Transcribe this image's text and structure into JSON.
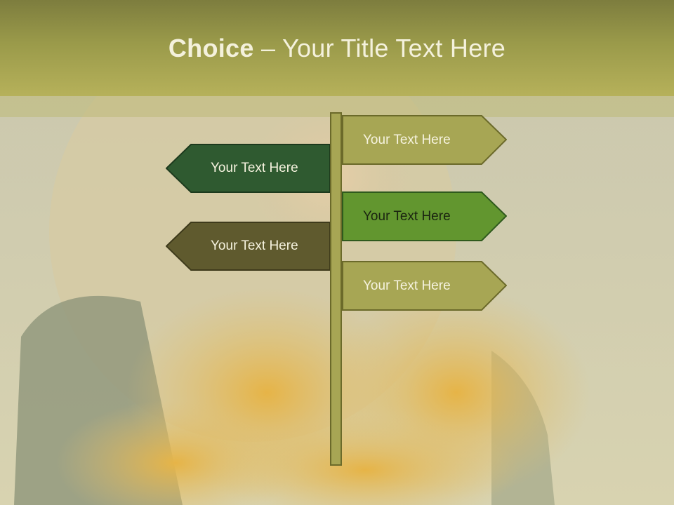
{
  "slide": {
    "title_strong": "Choice",
    "title_rest": " – Your Title Text Here"
  },
  "signs": {
    "left_1": {
      "label": "Your Text Here",
      "fill": "#2f5a30"
    },
    "left_2": {
      "label": "Your Text Here",
      "fill": "#5f5a2e"
    },
    "right_1": {
      "label": "Your Text Here",
      "fill": "#a7a654"
    },
    "right_2": {
      "label": "Your Text Here",
      "fill": "#62962f"
    },
    "right_3": {
      "label": "Your Text Here",
      "fill": "#a7a654"
    }
  },
  "colors": {
    "header": "#9a9a4a",
    "pole": "#a7a654",
    "outline": "#49491f"
  }
}
